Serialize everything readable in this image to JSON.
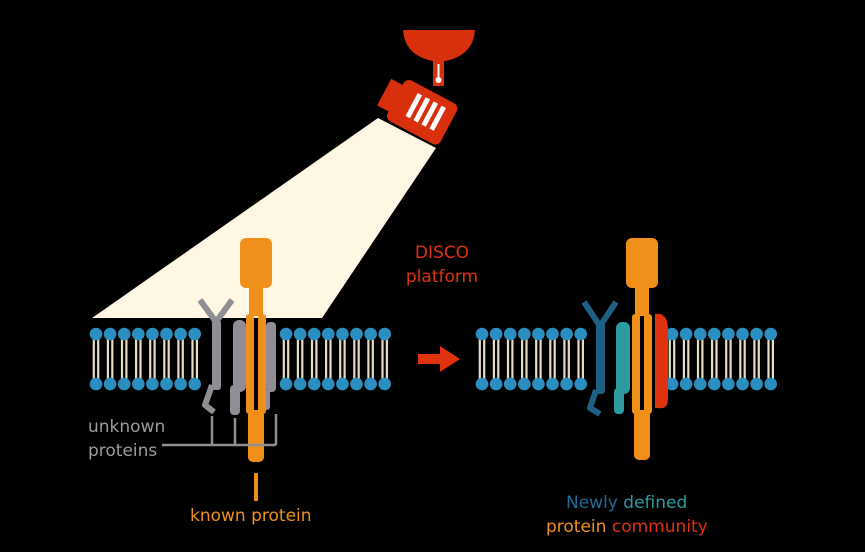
{
  "labels": {
    "disco_line1": "DISCO",
    "disco_line2": "platform",
    "unknown_line1": "unknown",
    "unknown_line2": "proteins",
    "known": "known protein",
    "result_word1": "Newly",
    "result_word2": " defined",
    "result_word3": "protein",
    "result_word4": " community"
  },
  "colors": {
    "background": "#000000",
    "lipid_head": "#2a8fc0",
    "lipid_tail": "#e8dcc0",
    "known_protein": "#f0901a",
    "unknown_protein": "#8e8e94",
    "spotlight": "#d8300c",
    "beam": "#fff6e4",
    "arrow": "#e0320e",
    "community_blue": "#1e5f84",
    "community_teal": "#2b9ba0",
    "community_red": "#e0320e"
  },
  "icons": {
    "spotlight": "spotlight-icon",
    "arrow": "right-arrow-icon"
  }
}
